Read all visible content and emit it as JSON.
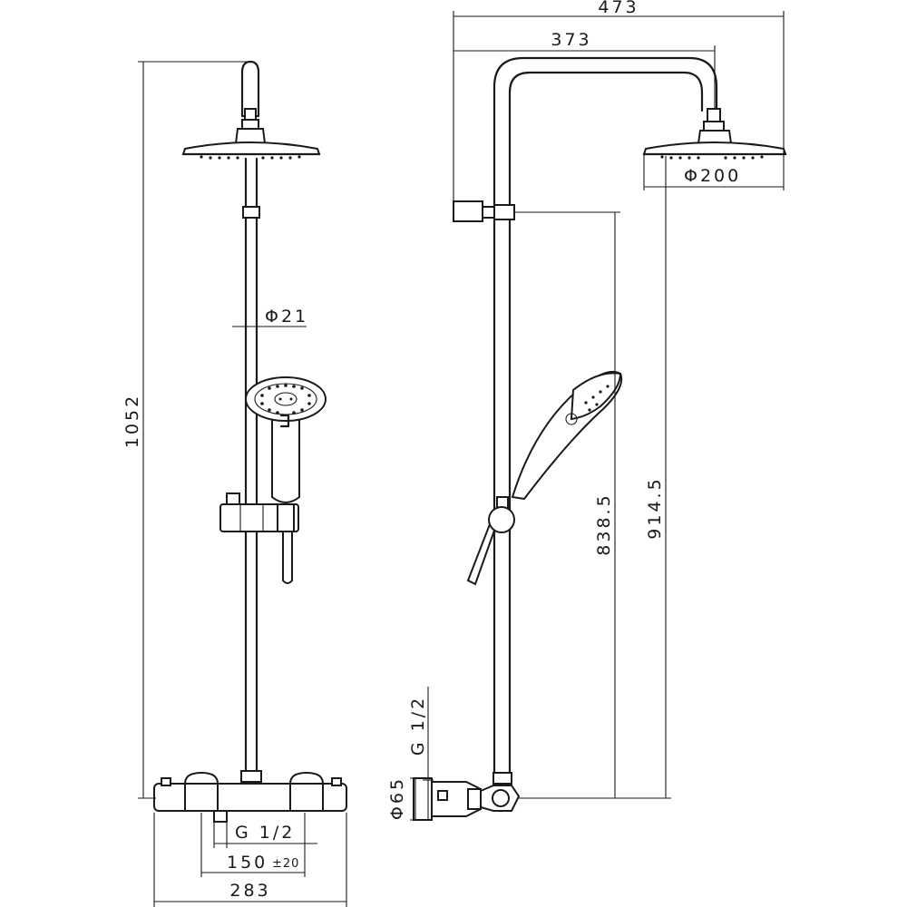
{
  "labels": {
    "overall_height": "1052",
    "riser_diameter": "Φ21",
    "outlet_thread": "G 1/2",
    "centers": "150",
    "centers_tolerance": "±20",
    "mixer_width": "283",
    "total_projection": "473",
    "arm_projection": "373",
    "head_diameter": "Φ200",
    "slider_height": "838.5",
    "head_height": "914.5",
    "side_thread": "G 1/2",
    "flange_diameter": "Φ65"
  }
}
